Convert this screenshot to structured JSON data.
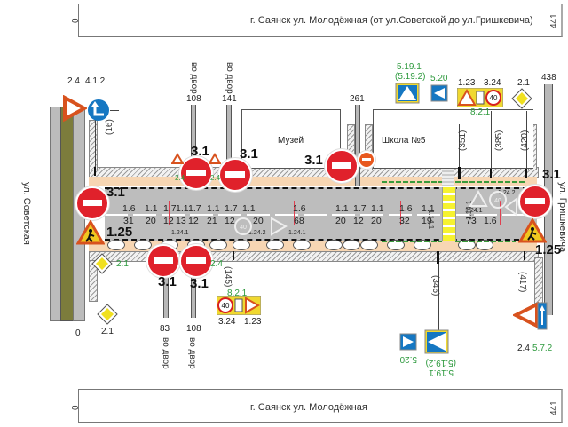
{
  "top_frame": {
    "title": "г. Саянск ул. Молодёжная (от ул.Советской до ул.Гришкевича)",
    "left_km": "0",
    "right_km": "441"
  },
  "bottom_frame": {
    "title": "г. Саянск ул. Молодёжная",
    "left_km": "0",
    "right_km": "441"
  },
  "streets": {
    "left": "ул. Советская",
    "right": "ул. Гришкевича"
  },
  "buildings": {
    "museum": "Музей",
    "school": "Школа №5"
  },
  "driveways_top": [
    {
      "km": "108",
      "label": "во двор"
    },
    {
      "km": "141",
      "label": "во двор"
    },
    {
      "km": "261",
      "label": ""
    },
    {
      "km": "438",
      "label": ""
    }
  ],
  "driveways_bottom": [
    {
      "km": "83",
      "label": "во двор"
    },
    {
      "km": "108",
      "label": "во двор"
    }
  ],
  "km_labels": {
    "start_bottom": "0"
  },
  "offsets_top": [
    "(16)",
    "(351)",
    "(385)",
    "(420)"
  ],
  "offsets_bottom": [
    "(145)",
    "(346)",
    "(417)"
  ],
  "signs": {
    "top_left": {
      "codes": [
        "2.4",
        "4.1.2"
      ]
    },
    "top_school_group": {
      "code1": "5.19.1",
      "code2": "(5.19.2)",
      "code3": "5.20",
      "code4": "1.23",
      "code5": "3.24",
      "code6": "2.1",
      "plate": "8.2.1",
      "speed": "40"
    },
    "no_entry": "3.1",
    "road_works": "1.25",
    "priority": "2.1",
    "yield": "2.4",
    "bottom_group": {
      "code1": "8.2.1",
      "code2": "3.24",
      "code3": "1.23",
      "speed": "40"
    },
    "bottom_right": {
      "codes": [
        "2.4",
        "5.7.2"
      ]
    },
    "bottom_crossing": {
      "code1": "5.20",
      "code2": "5.19.1",
      "code3": "(5.19.2)"
    }
  },
  "markings_top": [
    "1.6",
    "1.1",
    "1.7",
    "1.1",
    "1.7",
    "1.1",
    "1.7",
    "1.1",
    "1.6",
    "1.1",
    "1.7",
    "1.1",
    "1.6",
    "1.1"
  ],
  "markings_bottom": [
    "31",
    "20",
    "12",
    "13",
    "12",
    "21",
    "12",
    "20",
    "68",
    "20",
    "12",
    "20",
    "32",
    "19",
    "73",
    "1.6"
  ],
  "small_markings": [
    "1.24.1",
    "1.24.2",
    "1.24.1",
    "1.24.1",
    "1.24.2"
  ],
  "crossing_label": "1.14.1"
}
